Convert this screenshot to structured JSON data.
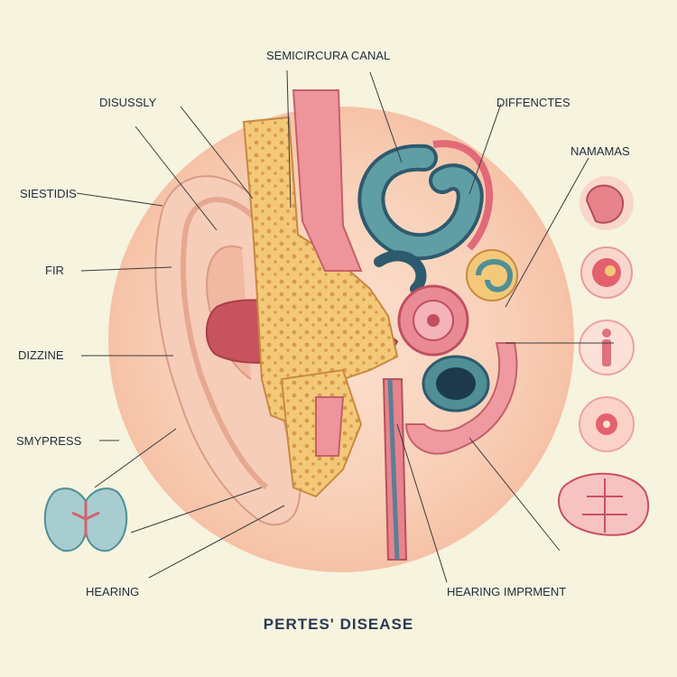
{
  "title": "PERTES' DISEASE",
  "labels": {
    "semicircular": "SEMICIRCURA CANAL",
    "disussly": "DISUSSLY",
    "diffenctes": "DIFFENCTES",
    "namamas": "NAMAMAS",
    "siestidis": "SIESTIDIS",
    "fir": "FIR",
    "dizzine": "DIZZINE",
    "smypress": "SMYPRESS",
    "hearing": "HEARING",
    "hearing_impairment": "HEARING IMPRMENT"
  },
  "colors": {
    "background": "#f6f3df",
    "halo": "#f8cdb4",
    "ear": "#f4c7b4",
    "canal": "#c25060",
    "bone": "#f2c878",
    "pink_tube": "#ec8f98",
    "teal": "#4f8f95"
  }
}
